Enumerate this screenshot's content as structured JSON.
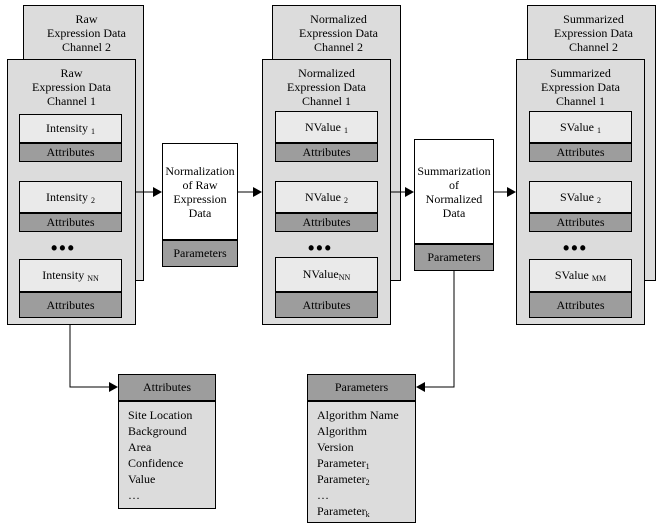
{
  "columns": [
    {
      "back_title": [
        "Raw",
        "Expression Data",
        "Channel 2"
      ],
      "front_title": [
        "Raw",
        "Expression Data",
        "Channel 1"
      ],
      "items": [
        {
          "base": "Intensity",
          "sub": "1"
        },
        {
          "base": "Intensity",
          "sub": "2"
        },
        {
          "base": "Intensity",
          "sub": "NN"
        }
      ],
      "attributes_label": "Attributes",
      "ellipsis": "•••"
    },
    {
      "back_title": [
        "Normalized",
        "Expression Data",
        "Channel 2"
      ],
      "front_title": [
        "Normalized",
        "Expression Data",
        "Channel 1"
      ],
      "items": [
        {
          "base": "NValue",
          "sub": "1"
        },
        {
          "base": "NValue",
          "sub": "2"
        },
        {
          "base": "NValue",
          "sub": "NN"
        }
      ],
      "attributes_label": "Attributes",
      "ellipsis": "•••"
    },
    {
      "back_title": [
        "Summarized",
        "Expression Data",
        "Channel 2"
      ],
      "front_title": [
        "Summarized",
        "Expression Data",
        "Channel 1"
      ],
      "items": [
        {
          "base": "SValue",
          "sub": "1"
        },
        {
          "base": "SValue",
          "sub": "2"
        },
        {
          "base": "SValue",
          "sub": "MM"
        }
      ],
      "attributes_label": "Attributes",
      "ellipsis": "•••"
    }
  ],
  "processes": [
    {
      "lines": [
        "Normalization",
        "of Raw",
        "Expression",
        "Data"
      ],
      "parameters_label": "Parameters"
    },
    {
      "lines": [
        "Summarization",
        "of",
        "Normalized",
        "Data"
      ],
      "parameters_label": "Parameters"
    }
  ],
  "attributes_detail": {
    "header": "Attributes",
    "entries": [
      "Site Location",
      "Background",
      "Area",
      "Confidence",
      "Value",
      "…"
    ]
  },
  "parameters_detail": {
    "header": "Parameters",
    "entries": [
      {
        "base": "Algorithm Name",
        "sub": ""
      },
      {
        "base": "Algorithm",
        "sub": ""
      },
      {
        "base": "Version",
        "sub": ""
      },
      {
        "base": "Parameter",
        "sub": "1"
      },
      {
        "base": "Parameter",
        "sub": "2"
      },
      {
        "base": "…",
        "sub": ""
      },
      {
        "base": "Parameter",
        "sub": "k"
      }
    ]
  }
}
